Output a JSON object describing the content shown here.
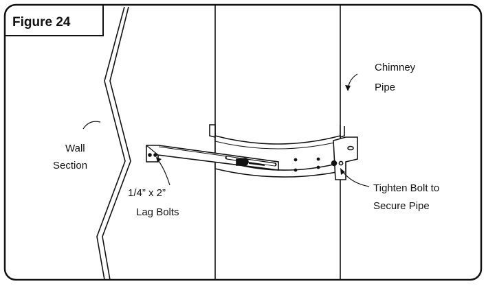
{
  "figure": {
    "title": "Figure 24",
    "labels": {
      "chimney_line1": "Chimney",
      "chimney_line2": "Pipe",
      "wall_line1": "Wall",
      "wall_line2": "Section",
      "bolts_line1": "1/4”  x  2”",
      "bolts_line2": "Lag Bolts",
      "tighten_line1": "Tighten Bolt to",
      "tighten_line2": "Secure Pipe"
    }
  },
  "colors": {
    "line": "#111111",
    "background": "#ffffff"
  }
}
